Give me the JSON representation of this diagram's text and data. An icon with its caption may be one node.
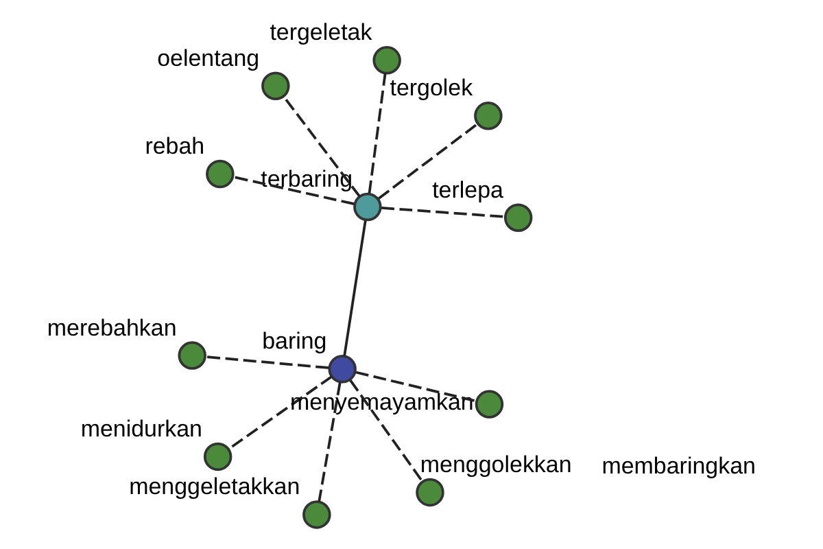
{
  "diagram": {
    "nodes": [
      {
        "text": [],
        "shape": "circle",
        "beside": [
          "rebah"
        ]
      },
      {
        "text": [],
        "shape": "circle",
        "beside": [
          "terlepa"
        ]
      },
      {
        "text": [],
        "shape": "circle",
        "beside": [
          "terbaring"
        ]
      },
      {
        "text": [],
        "shape": "circle",
        "beside": [
          "tergeletak"
        ]
      },
      {
        "text": [],
        "shape": "circle",
        "beside": [
          "tergolek"
        ]
      },
      {
        "text": [],
        "shape": "circle",
        "beside": [
          "oelentang"
        ]
      },
      {
        "text": [],
        "shape": "circle",
        "beside": [
          "menggeletakkan"
        ]
      },
      {
        "text": [],
        "shape": "circle",
        "beside": [
          "baring"
        ]
      },
      {
        "text": [],
        "shape": "circle",
        "beside": [
          "menidurkan"
        ]
      },
      {
        "text": [],
        "shape": "circle",
        "beside": [
          "menyemayamkan"
        ]
      },
      {
        "text": [],
        "shape": "circle",
        "beside": [
          "menggolekkan"
        ]
      },
      {
        "text": [],
        "shape": "circle",
        "beside": [
          "merebahkan"
        ]
      }
    ],
    "edges": [
      {
        "from": 2,
        "to": 0,
        "arrow": "none",
        "style": "dashed"
      },
      {
        "from": 2,
        "to": 1,
        "arrow": "none",
        "style": "dashed"
      },
      {
        "from": 2,
        "to": 3,
        "arrow": "none",
        "style": "dashed"
      },
      {
        "from": 2,
        "to": 4,
        "arrow": "none",
        "style": "dashed"
      },
      {
        "from": 2,
        "to": 5,
        "arrow": "none",
        "style": "dashed"
      },
      {
        "from": 2,
        "to": 7,
        "arrow": "none"
      },
      {
        "from": 7,
        "to": 6,
        "arrow": "none",
        "style": "dashed"
      },
      {
        "from": 7,
        "to": 8,
        "arrow": "none",
        "style": "dashed"
      },
      {
        "from": 7,
        "to": 9,
        "arrow": "none",
        "style": "dashed"
      },
      {
        "from": 7,
        "to": 10,
        "arrow": "none",
        "style": "dashed"
      },
      {
        "from": 7,
        "to": 11,
        "arrow": "none",
        "style": "dashed"
      }
    ],
    "labels": [
      "membaringkan"
    ]
  }
}
